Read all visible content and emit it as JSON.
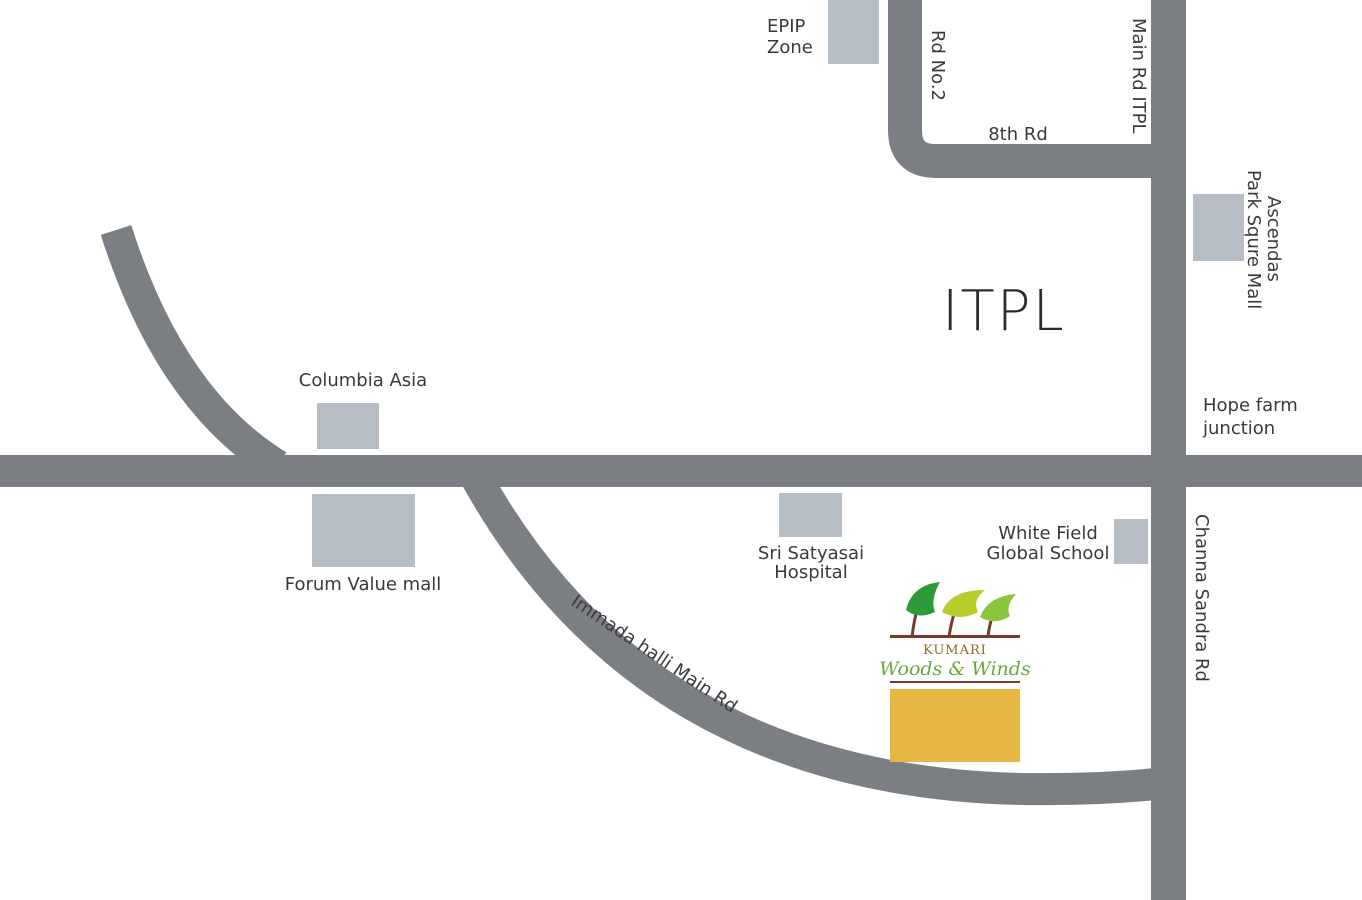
{
  "colors": {
    "road": "#7b7f84",
    "landmark": "#b6bdc4",
    "project": "#e6b843",
    "text": "#3a3a3a"
  },
  "area": {
    "name": "ITPL"
  },
  "roads": {
    "rd_no2": "Rd No.2",
    "main_rd_itpl": "Main Rd ITPL",
    "eighth_rd": "8th Rd",
    "immadahalli": "Immada halli Main Rd",
    "channasandra": "Channa Sandra Rd"
  },
  "landmarks": {
    "epip": {
      "line1": "EPIP",
      "line2": "Zone"
    },
    "ascendas": {
      "line1": "Ascendas",
      "line2": "Park Squre Mall"
    },
    "hope_farm": {
      "line1": "Hope farm",
      "line2": "junction"
    },
    "columbia_asia": "Columbia Asia",
    "forum": "Forum Value mall",
    "satyasai": {
      "line1": "Sri Satyasai",
      "line2": "Hospital"
    },
    "whitefield": {
      "line1": "White Field",
      "line2": "Global School"
    }
  },
  "project": {
    "brand_top": "KUMARI",
    "brand_main": "Woods & Winds",
    "icon": "three-trees-logo-icon"
  }
}
